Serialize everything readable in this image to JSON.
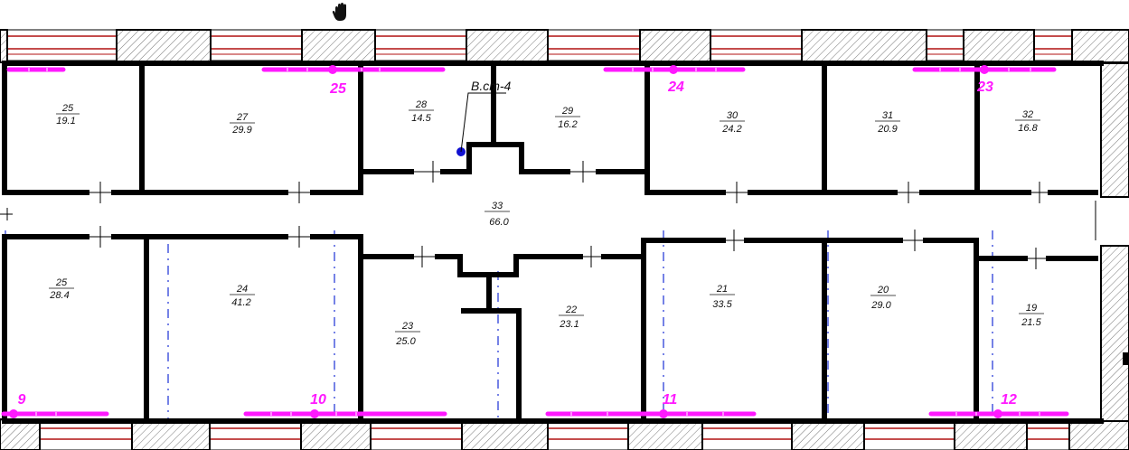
{
  "colors": {
    "wall": "#000000",
    "facade_line": "#b01010",
    "axis_marker": "#ff19ff",
    "axis_line": "#1a2fd6",
    "background": "#ffffff"
  },
  "cursor": {
    "icon": "hand-pan-icon"
  },
  "vent_tag": {
    "label": "В.ст-4"
  },
  "rooms": [
    {
      "id": "r25-top",
      "num": "25",
      "area": "19.1"
    },
    {
      "id": "r27",
      "num": "27",
      "area": "29.9"
    },
    {
      "id": "r28",
      "num": "28",
      "area": "14.5"
    },
    {
      "id": "r29",
      "num": "29",
      "area": "16.2"
    },
    {
      "id": "r30",
      "num": "30",
      "area": "24.2"
    },
    {
      "id": "r31",
      "num": "31",
      "area": "20.9"
    },
    {
      "id": "r32",
      "num": "32",
      "area": "16.8"
    },
    {
      "id": "r33",
      "num": "33",
      "area": "66.0"
    },
    {
      "id": "r25-bottom",
      "num": "25",
      "area": "28.4"
    },
    {
      "id": "r24",
      "num": "24",
      "area": "41.2"
    },
    {
      "id": "r23",
      "num": "23",
      "area": "25.0"
    },
    {
      "id": "r22",
      "num": "22",
      "area": "23.1"
    },
    {
      "id": "r21",
      "num": "21",
      "area": "33.5"
    },
    {
      "id": "r20",
      "num": "20",
      "area": "29.0"
    },
    {
      "id": "r19",
      "num": "19",
      "area": "21.5"
    }
  ],
  "axis_markers": [
    {
      "label": "25"
    },
    {
      "label": "24"
    },
    {
      "label": "23"
    },
    {
      "label": "9"
    },
    {
      "label": "10"
    },
    {
      "label": "11"
    },
    {
      "label": "12"
    }
  ]
}
